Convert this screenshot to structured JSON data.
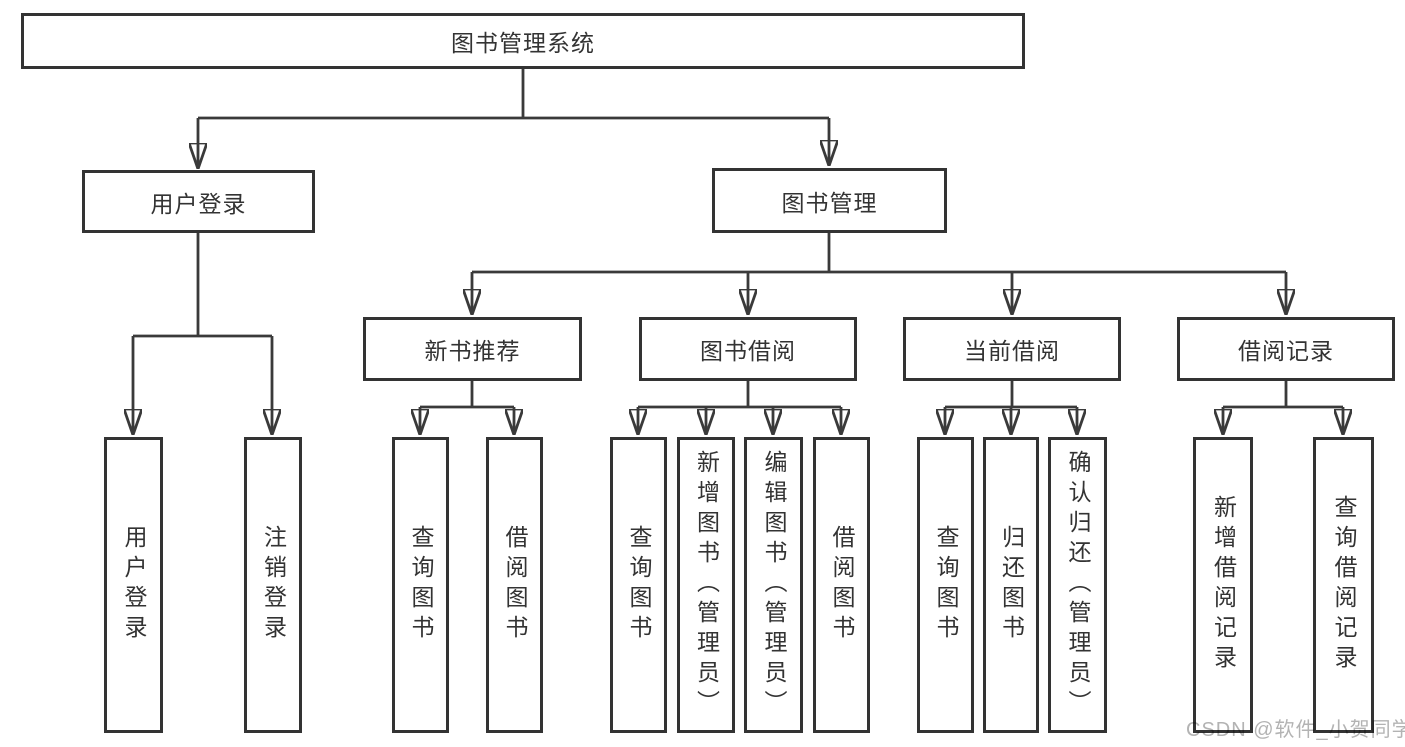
{
  "diagram": {
    "root": {
      "label": "图书管理系统",
      "children": [
        {
          "label": "用户登录",
          "children": [
            {
              "label": "用户登录"
            },
            {
              "label": "注销登录"
            }
          ]
        },
        {
          "label": "图书管理",
          "children": [
            {
              "label": "新书推荐",
              "children": [
                {
                  "label": "查询图书"
                },
                {
                  "label": "借阅图书"
                }
              ]
            },
            {
              "label": "图书借阅",
              "children": [
                {
                  "label": "查询图书"
                },
                {
                  "label": "新增图书（管理员）"
                },
                {
                  "label": "编辑图书（管理员）"
                },
                {
                  "label": "借阅图书"
                }
              ]
            },
            {
              "label": "当前借阅",
              "children": [
                {
                  "label": "查询图书"
                },
                {
                  "label": "归还图书"
                },
                {
                  "label": "确认归还（管理员）"
                }
              ]
            },
            {
              "label": "借阅记录",
              "children": [
                {
                  "label": "新增借阅记录"
                },
                {
                  "label": "查询借阅记录"
                }
              ]
            }
          ]
        }
      ]
    }
  },
  "watermark": {
    "text": "CSDN @软件_小贺同学"
  },
  "colors": {
    "line": "#3a3a3a",
    "border": "#333333",
    "text": "#333333",
    "watermark": "#b3b3b3",
    "background": "#ffffff"
  }
}
